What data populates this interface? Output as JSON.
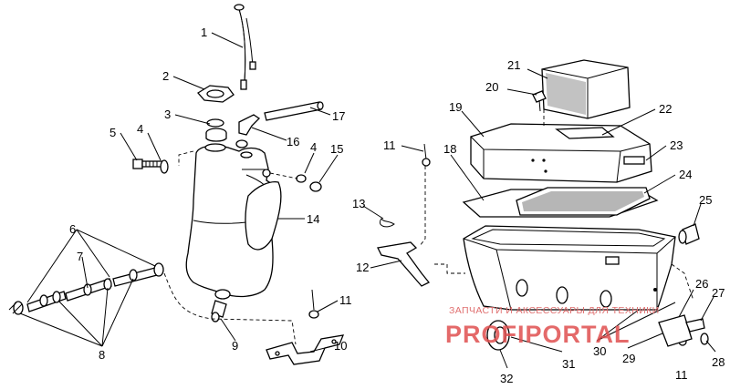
{
  "callouts": [
    "1",
    "2",
    "3",
    "4",
    "5",
    "4",
    "15",
    "16",
    "17",
    "14",
    "6",
    "7",
    "8",
    "9",
    "10",
    "11",
    "11",
    "11",
    "12",
    "13",
    "18",
    "19",
    "20",
    "21",
    "22",
    "23",
    "24",
    "25",
    "26",
    "27",
    "28",
    "29",
    "30",
    "31",
    "32"
  ],
  "watermark": {
    "text": "ЗАПЧАСТИ И АКСЕССУАРЫ ДЛЯ ТЕХНИКИ",
    "logo": "PROFIPORTAL"
  }
}
